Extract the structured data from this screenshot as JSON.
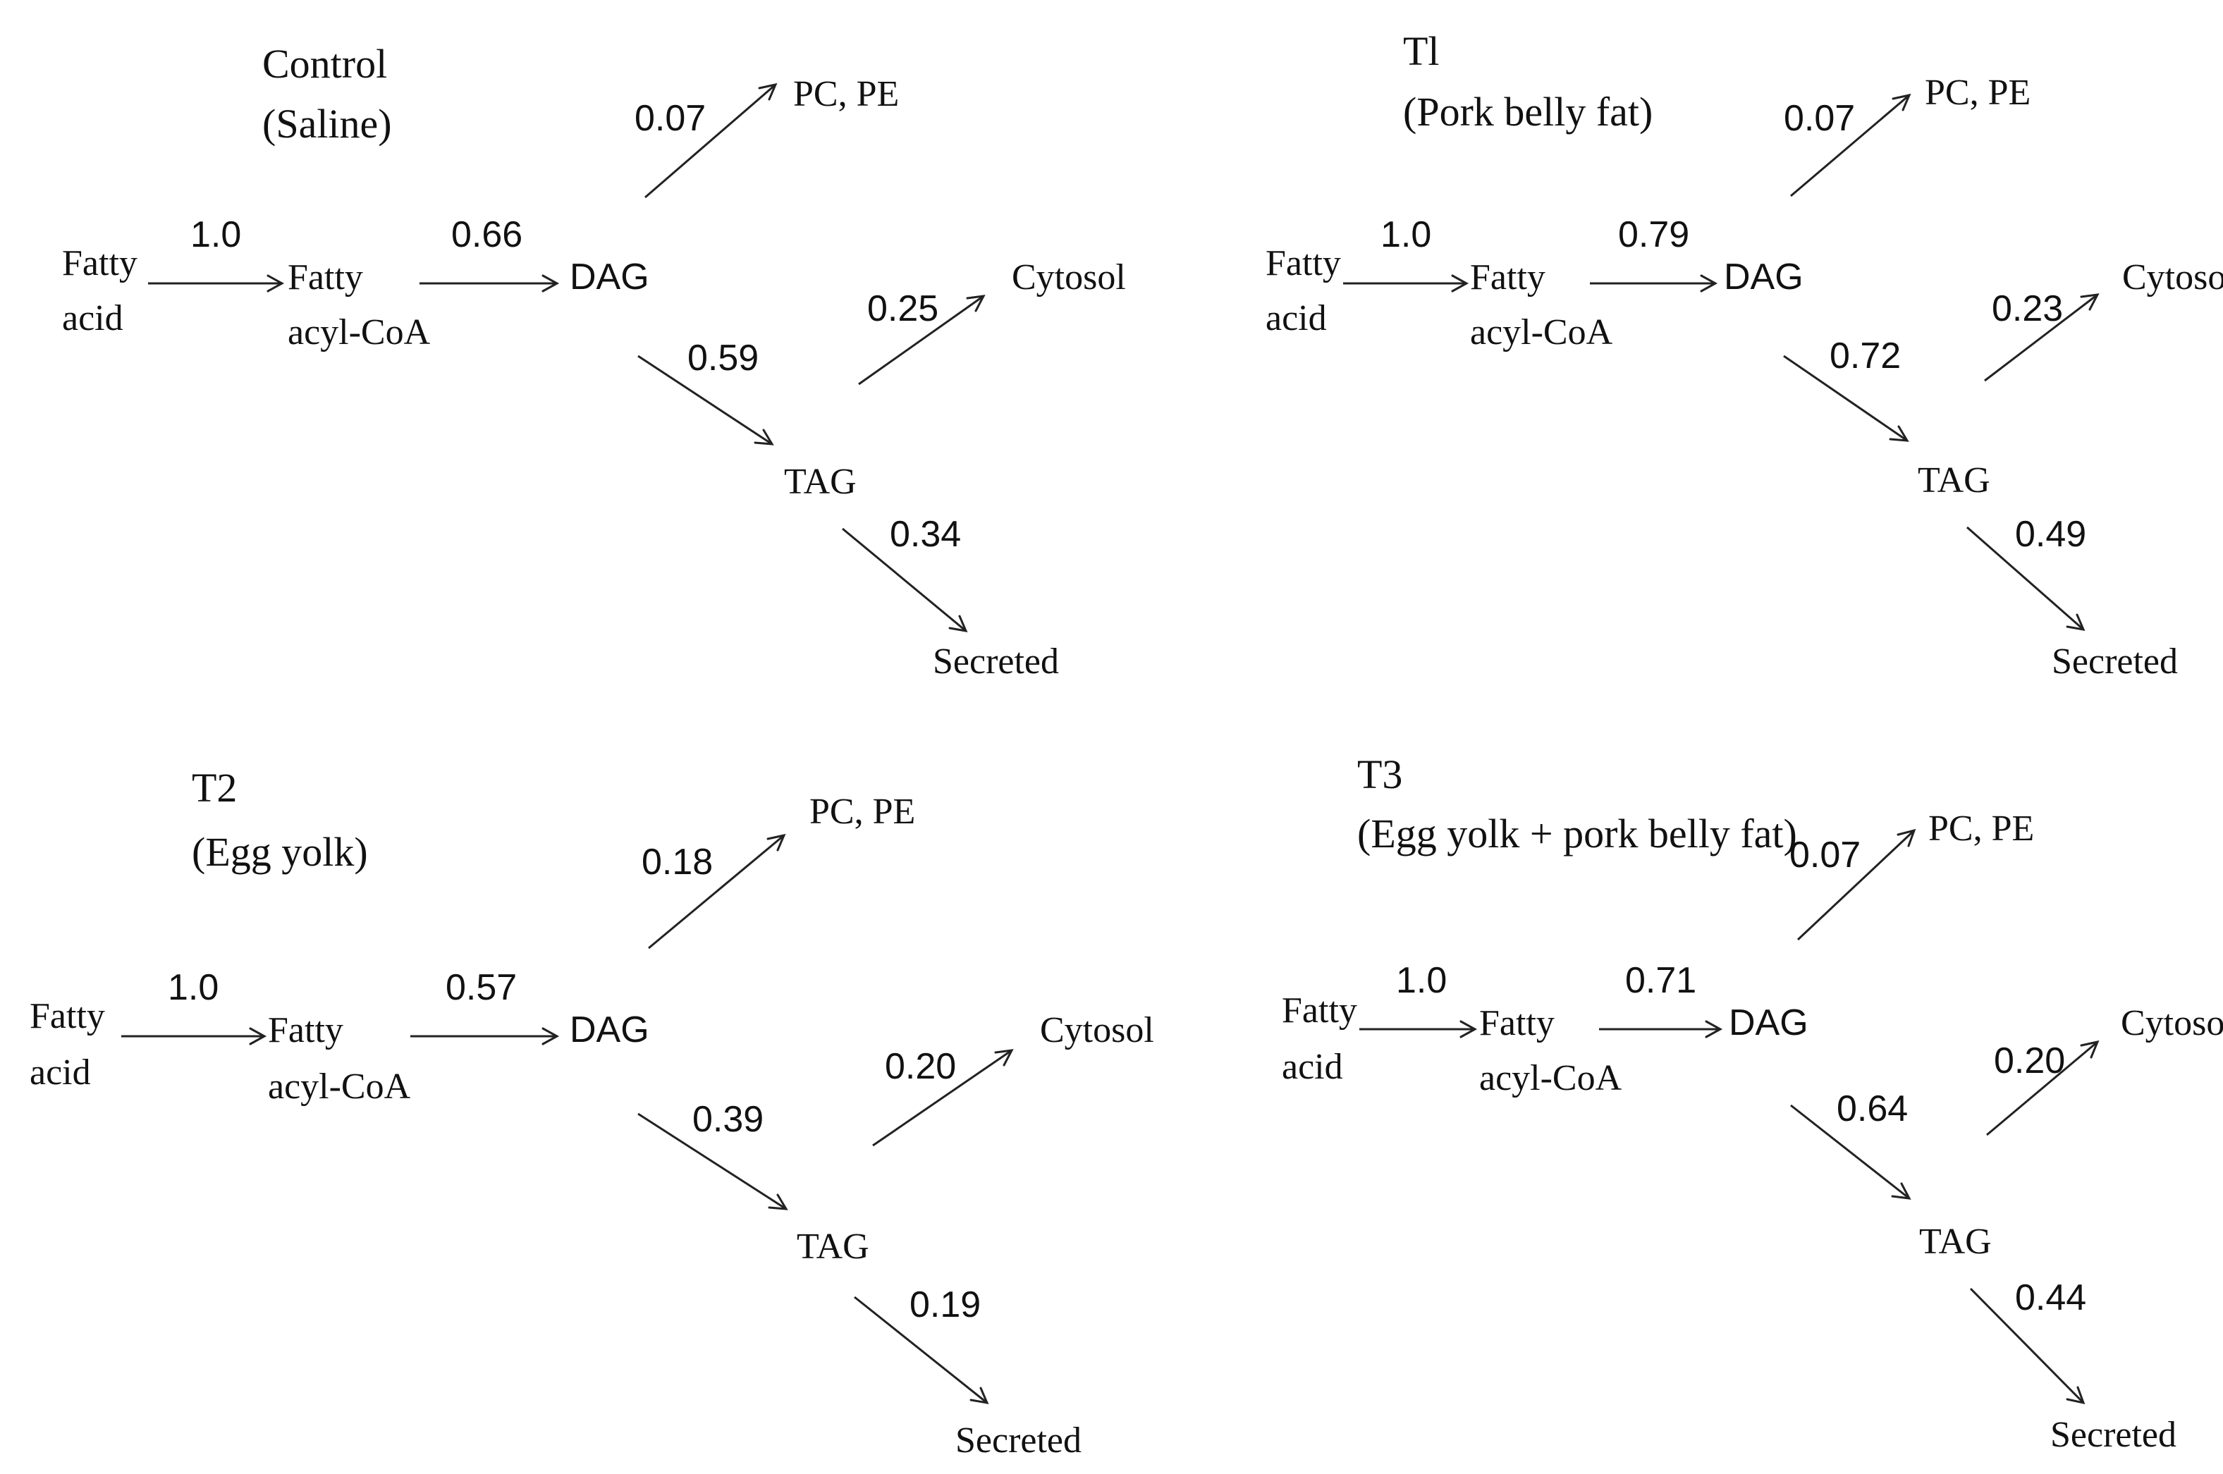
{
  "panels": [
    {
      "id": "control",
      "title_line1": "Control",
      "title_line2": "(Saline)",
      "nodes": {
        "fatty_acid_l1": "Fatty",
        "fatty_acid_l2": "acid",
        "acyl_coa_l1": "Fatty",
        "acyl_coa_l2": "acyl-CoA",
        "dag": "DAG",
        "pc_pe": "PC, PE",
        "cytosol": "Cytosol",
        "tag": "TAG",
        "secreted": "Secreted"
      },
      "coefficients": {
        "fa_to_acyl": "1.0",
        "acyl_to_dag": "0.66",
        "dag_to_pcpe": "0.07",
        "dag_to_tag": "0.59",
        "tag_to_cytosol": "0.25",
        "tag_to_secreted": "0.34"
      }
    },
    {
      "id": "t1",
      "title_line1": "Tl",
      "title_line2": "(Pork belly fat)",
      "nodes": {
        "fatty_acid_l1": "Fatty",
        "fatty_acid_l2": "acid",
        "acyl_coa_l1": "Fatty",
        "acyl_coa_l2": "acyl-CoA",
        "dag": "DAG",
        "pc_pe": "PC, PE",
        "cytosol": "Cytosol",
        "tag": "TAG",
        "secreted": "Secreted"
      },
      "coefficients": {
        "fa_to_acyl": "1.0",
        "acyl_to_dag": "0.79",
        "dag_to_pcpe": "0.07",
        "dag_to_tag": "0.72",
        "tag_to_cytosol": "0.23",
        "tag_to_secreted": "0.49"
      }
    },
    {
      "id": "t2",
      "title_line1": "T2",
      "title_line2": "(Egg yolk)",
      "nodes": {
        "fatty_acid_l1": "Fatty",
        "fatty_acid_l2": "acid",
        "acyl_coa_l1": "Fatty",
        "acyl_coa_l2": "acyl-CoA",
        "dag": "DAG",
        "pc_pe": "PC, PE",
        "cytosol": "Cytosol",
        "tag": "TAG",
        "secreted": "Secreted"
      },
      "coefficients": {
        "fa_to_acyl": "1.0",
        "acyl_to_dag": "0.57",
        "dag_to_pcpe": "0.18",
        "dag_to_tag": "0.39",
        "tag_to_cytosol": "0.20",
        "tag_to_secreted": "0.19"
      }
    },
    {
      "id": "t3",
      "title_line1": "T3",
      "title_line2": "(Egg yolk + pork belly fat)",
      "nodes": {
        "fatty_acid_l1": "Fatty",
        "fatty_acid_l2": "acid",
        "acyl_coa_l1": "Fatty",
        "acyl_coa_l2": "acyl-CoA",
        "dag": "DAG",
        "pc_pe": "PC, PE",
        "cytosol": "Cytosol",
        "tag": "TAG",
        "secreted": "Secreted"
      },
      "coefficients": {
        "fa_to_acyl": "1.0",
        "acyl_to_dag": "0.71",
        "dag_to_pcpe": "0.07",
        "dag_to_tag": "0.64",
        "tag_to_cytosol": "0.20",
        "tag_to_secreted": "0.44"
      }
    }
  ]
}
